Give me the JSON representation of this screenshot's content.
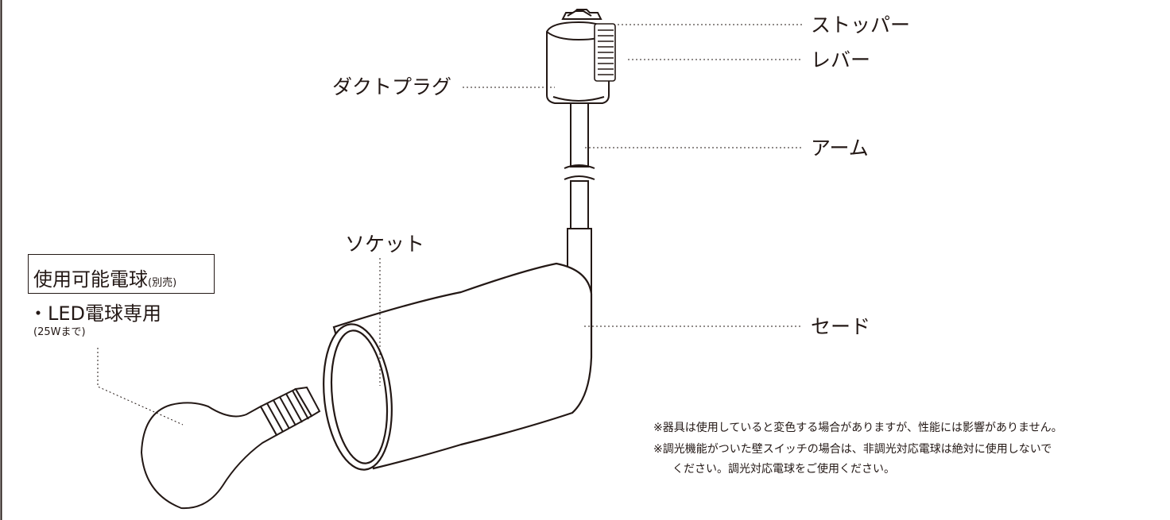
{
  "labels": {
    "stopper": "ストッパー",
    "lever": "レバー",
    "duct_plug": "ダクトプラグ",
    "arm": "アーム",
    "socket": "ソケット",
    "shade": "セード"
  },
  "bulb_info": {
    "title": "使用可能電球",
    "title_sub": "(別売)",
    "type": "・LED電球専用",
    "limit": "(25Wまで)"
  },
  "notes": [
    "※器具は使用していると変色する場合がありますが、性能には影響がありません。",
    "※調光機能がついた壁スイッチの場合は、非調光対応電球は絶対に使用しないで",
    "ください。調光対応電球をご使用ください。"
  ],
  "colors": {
    "line": "#231815",
    "background": "#ffffff"
  }
}
